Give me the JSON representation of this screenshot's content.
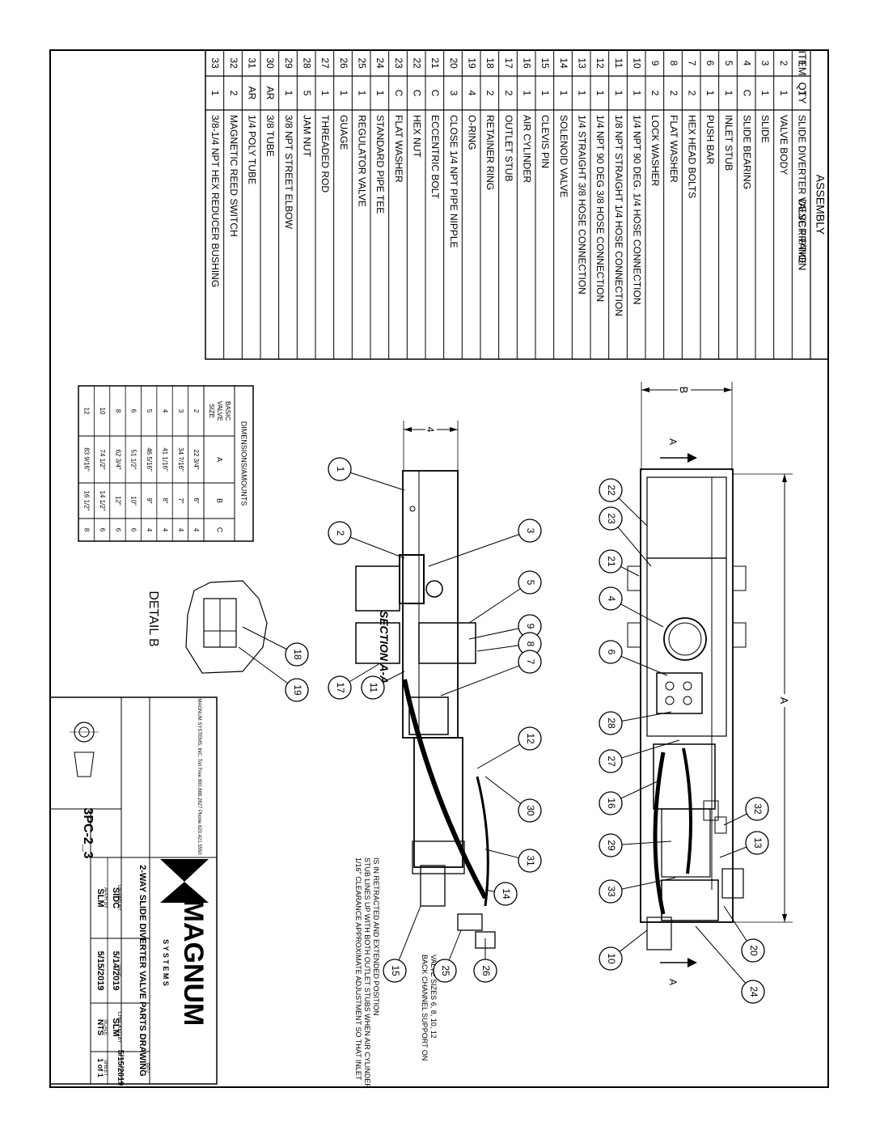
{
  "bom": {
    "title": "ASSEMBLY",
    "headers": {
      "item": "ITEM",
      "qty": "QTY",
      "description": "DESCRIPTION"
    },
    "rows": [
      {
        "item": "1",
        "qty": "1",
        "desc": "SLIDE DIVERTER VALVE FRAME"
      },
      {
        "item": "2",
        "qty": "1",
        "desc": "VALVE BODY"
      },
      {
        "item": "3",
        "qty": "1",
        "desc": "SLIDE"
      },
      {
        "item": "4",
        "qty": "C",
        "desc": "SLIDE BEARING"
      },
      {
        "item": "5",
        "qty": "1",
        "desc": "INLET STUB"
      },
      {
        "item": "6",
        "qty": "1",
        "desc": "PUSH BAR"
      },
      {
        "item": "7",
        "qty": "2",
        "desc": "HEX HEAD BOLTS"
      },
      {
        "item": "8",
        "qty": "2",
        "desc": "FLAT WASHER"
      },
      {
        "item": "9",
        "qty": "2",
        "desc": "LOCK WASHER"
      },
      {
        "item": "10",
        "qty": "1",
        "desc": "1/4 NPT 90 DEG. 1/4 HOSE CONNECTION"
      },
      {
        "item": "11",
        "qty": "1",
        "desc": "1/8 NPT STRAIGHT 1/4 HOSE CONNECTION"
      },
      {
        "item": "12",
        "qty": "1",
        "desc": "1/4 NPT 90 DEG 3/8 HOSE CONNECTION"
      },
      {
        "item": "13",
        "qty": "1",
        "desc": "1/4 STRAIGHT 3/8 HOSE CONNECTION"
      },
      {
        "item": "14",
        "qty": "1",
        "desc": "SOLENOID VALVE"
      },
      {
        "item": "15",
        "qty": "1",
        "desc": "CLEVIS PIN"
      },
      {
        "item": "16",
        "qty": "1",
        "desc": "AIR CYLINDER"
      },
      {
        "item": "17",
        "qty": "2",
        "desc": "OUTLET STUB"
      },
      {
        "item": "18",
        "qty": "2",
        "desc": "RETAINER RING"
      },
      {
        "item": "19",
        "qty": "4",
        "desc": "O-RING"
      },
      {
        "item": "20",
        "qty": "3",
        "desc": "CLOSE 1/4 NPT PIPE NIPPLE"
      },
      {
        "item": "21",
        "qty": "C",
        "desc": "ECCENTRIC BOLT"
      },
      {
        "item": "22",
        "qty": "C",
        "desc": "HEX NUT"
      },
      {
        "item": "23",
        "qty": "C",
        "desc": "FLAT WASHER"
      },
      {
        "item": "24",
        "qty": "1",
        "desc": "STANDARD PIPE TEE"
      },
      {
        "item": "25",
        "qty": "1",
        "desc": "REGULATOR VALVE"
      },
      {
        "item": "26",
        "qty": "1",
        "desc": "GUAGE"
      },
      {
        "item": "27",
        "qty": "1",
        "desc": "THREADED ROD"
      },
      {
        "item": "28",
        "qty": "5",
        "desc": "JAM NUT"
      },
      {
        "item": "29",
        "qty": "1",
        "desc": "3/8 NPT STREET ELBOW"
      },
      {
        "item": "30",
        "qty": "AR",
        "desc": "3/8 TUBE"
      },
      {
        "item": "31",
        "qty": "AR",
        "desc": "1/4 POLY TUBE"
      },
      {
        "item": "32",
        "qty": "2",
        "desc": "MAGNETIC REED SWITCH"
      },
      {
        "item": "33",
        "qty": "1",
        "desc": "3/8-1/4 NPT HEX REDUCER BUSHING"
      }
    ]
  },
  "dims": {
    "title": "DIMENSIONS/AMOUNTS",
    "headers": [
      "BASIC VALVE SIZE",
      "A",
      "B",
      "C"
    ],
    "rows": [
      [
        "2",
        "22 3/4\"",
        "6\"",
        "4"
      ],
      [
        "3",
        "34 7/16\"",
        "7\"",
        "4"
      ],
      [
        "4",
        "41 1/16\"",
        "8\"",
        "4"
      ],
      [
        "5",
        "46 5/16\"",
        "9\"",
        "4"
      ],
      [
        "6",
        "51 1/2\"",
        "10\"",
        "6"
      ],
      [
        "8",
        "62 3/4\"",
        "12\"",
        "6"
      ],
      [
        "10",
        "74 1/2\"",
        "14 1/2\"",
        "6"
      ],
      [
        "12",
        "83 9/16\"",
        "16 1/2\"",
        "8"
      ]
    ]
  },
  "drawing": {
    "dim_a": "A",
    "dim_b": "B",
    "dim_4": "4",
    "section_arrow_label": "A",
    "section_label": "SECTION A-A",
    "detail_label": "DETAIL  B",
    "note_clearance": "1/16\" CLEARANCE APPROXIMATE ADJUSTMENT SO THAT INLET STUB LINES UP WITH BOTH OUTLET STUBS WHEN AIR CYLINDER IS IN RETRACTED AND EXTENDED POSITION",
    "note_back_channel": "BACK CHANNEL SUPPORT ON VALVE SIZES 6, 8, 10, 12",
    "balloons_top": [
      "22",
      "23",
      "21",
      "4",
      "6",
      "28",
      "27",
      "16",
      "29",
      "33",
      "10",
      "32",
      "13",
      "20",
      "24"
    ],
    "balloons_section": [
      "1",
      "2",
      "3",
      "5",
      "9",
      "8",
      "7",
      "11",
      "17",
      "12",
      "30",
      "31",
      "14",
      "15",
      "25",
      "26"
    ],
    "balloons_detail": [
      "18",
      "19"
    ]
  },
  "title_block": {
    "company": "MAGNUM",
    "company_sub": "S Y S T E M S",
    "address": "MAGNUM SYSTEMS, INC.  Toll Free 800.888.2827  Phone 620.421.5550",
    "title": "2-WAY SLIDE DIVERTER VALVE PARTS DRAWING",
    "drawing_no": "3PC-2_3",
    "drawn_by_label": "DRAWN BY",
    "drawn_by": "SIDC",
    "drawn_date_label": "DATE",
    "drawn_date": "5/14/2019",
    "checked_by_label": "CHECKED BY",
    "checked_by": "SLM",
    "checked_date": "5/15/2019",
    "approved_by_label": "APPR BY",
    "approved_by": "SLM",
    "approved_date": "5/15/2019",
    "scale_label": "SCALE",
    "scale": "NTS",
    "sheet_label": "SHEET",
    "sheet": "1 of 1",
    "rev_label": "REV"
  },
  "colors": {
    "ink": "#000000",
    "paper": "#ffffff"
  }
}
